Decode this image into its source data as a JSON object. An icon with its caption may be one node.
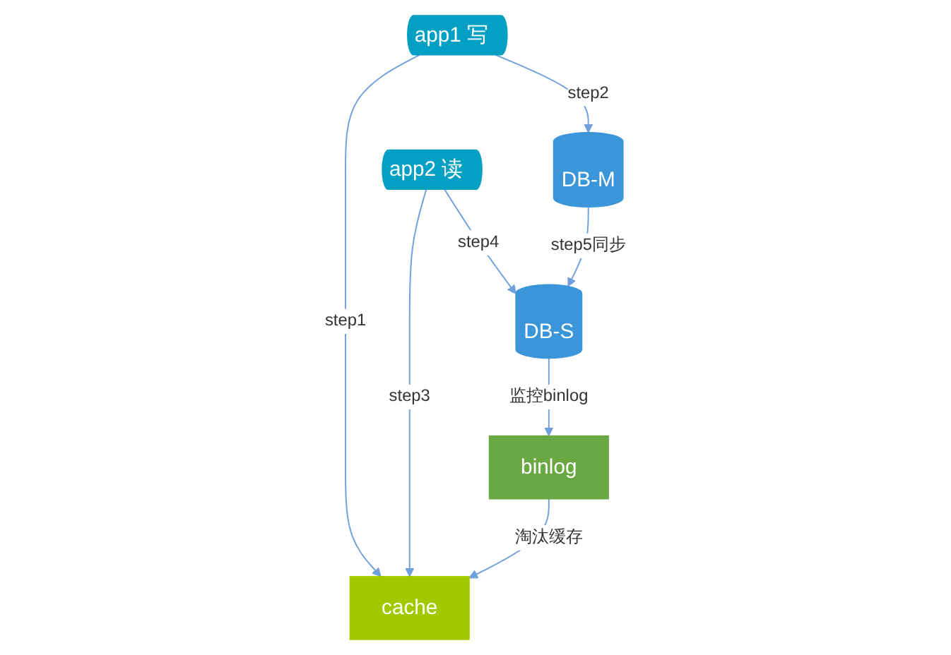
{
  "diagram": {
    "nodes": [
      {
        "text": [
          "app1 写"
        ]
      },
      {
        "text": [
          "app2 读"
        ]
      },
      {
        "text": [
          "DB-M"
        ]
      },
      {
        "text": [
          "DB-S"
        ]
      },
      {
        "text": [
          "cache"
        ]
      },
      {
        "text": [
          "binlog"
        ]
      }
    ],
    "edges": [
      {
        "from": 0,
        "to": 2,
        "arrow": "to",
        "label": "step2"
      },
      {
        "from": 0,
        "to": 4,
        "arrow": "to",
        "label": "step1"
      },
      {
        "from": 1,
        "to": 3,
        "arrow": "to",
        "label": "step4"
      },
      {
        "from": 1,
        "to": 4,
        "arrow": "to",
        "label": "step3"
      },
      {
        "from": 2,
        "to": 3,
        "arrow": "to",
        "label": "step5同步"
      },
      {
        "from": 3,
        "to": 5,
        "arrow": "to",
        "label": "监控binlog"
      },
      {
        "from": 5,
        "to": 4,
        "arrow": "to",
        "label": "淘汰缓存"
      }
    ]
  }
}
